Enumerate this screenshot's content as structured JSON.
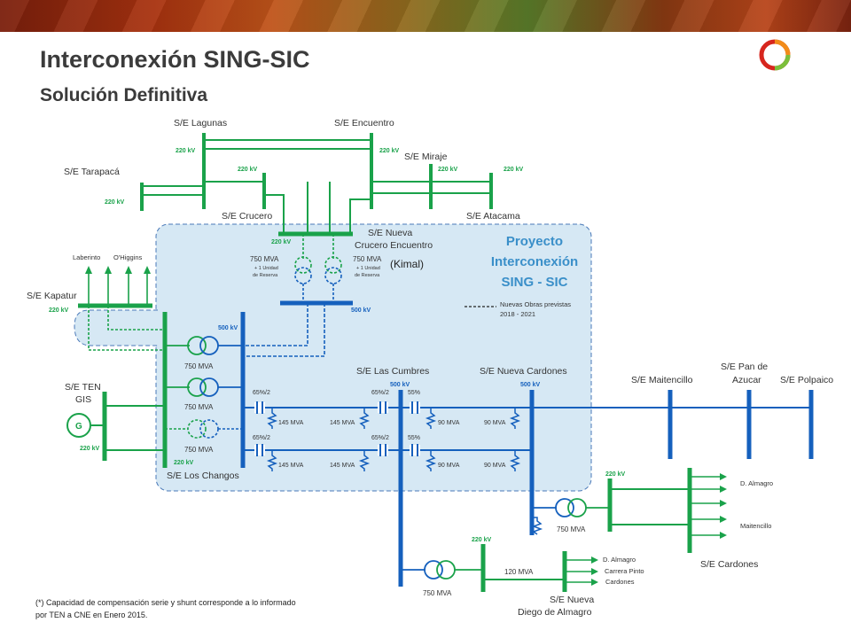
{
  "title": "Interconexión SING-SIC",
  "subtitle": "Solución Definitiva",
  "substations": {
    "lagunas": "S/E Lagunas",
    "encuentro": "S/E Encuentro",
    "tarapaca": "S/E Tarapacá",
    "miraje": "S/E Miraje",
    "crucero": "S/E Crucero",
    "atacama": "S/E Atacama",
    "nueva_crucero_1": "S/E Nueva",
    "nueva_crucero_2": "Crucero Encuentro",
    "kimal": "(Kimal)",
    "kapatur": "S/E Kapatur",
    "tengis_1": "S/E TEN",
    "tengis_2": "GIS",
    "los_changos": "S/E Los Changos",
    "las_cumbres": "S/E Las Cumbres",
    "nueva_cardones": "S/E Nueva Cardones",
    "maitencillo": "S/E Maitencillo",
    "pan_azucar_1": "S/E Pan de",
    "pan_azucar_2": "Azucar",
    "polpaico": "S/E Polpaico",
    "cardones": "S/E Cardones",
    "diego_almagro_1": "S/E Nueva",
    "diego_almagro_2": "Diego de Almagro"
  },
  "voltages": {
    "kv220": "220 kV",
    "kv500": "500 kV"
  },
  "transformers": {
    "mva750": "750 MVA",
    "reserve_1": "+ 1 Unidad",
    "reserve_2": "de Reserva",
    "mva120": "120 MVA"
  },
  "compensation": {
    "pct65": "65%/2",
    "pct55": "55%",
    "mva145": "145 MVA",
    "mva90": "90 MVA"
  },
  "branches": {
    "laberinto": "Laberinto",
    "ohiggins": "O'Higgins",
    "d_almagro": "D. Almagro",
    "maitencillo": "Maitencillo",
    "carrera_pinto": "Carrera Pinto",
    "cardones": "Cardones"
  },
  "generator": "G",
  "project": {
    "line1": "Proyecto",
    "line2": "Interconexión",
    "line3": "SING - SIC"
  },
  "legend": {
    "line1": "Nuevas Obras previstas",
    "line2": "2018 - 2021"
  },
  "footnote": "(*) Capacidad de compensación serie y shunt corresponde a lo informado por TEN a CNE en Enero 2015.",
  "colors": {
    "green": "#1aa24a",
    "blue": "#1560bd",
    "project_area": "#d6e8f4",
    "title": "#3b3b3b"
  }
}
